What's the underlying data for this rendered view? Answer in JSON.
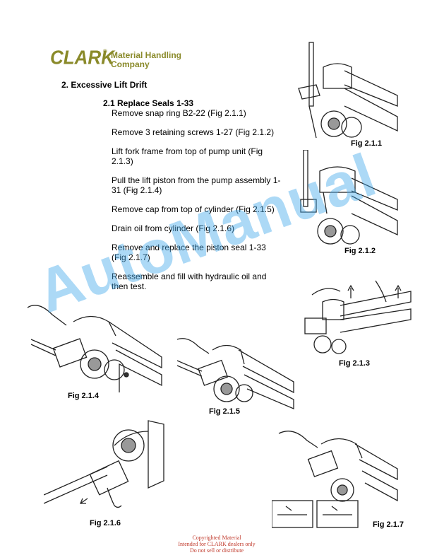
{
  "logo": {
    "brand": "CLARK",
    "registered": "®",
    "line1": "Material Handling",
    "line2": "Company",
    "color": "#8a8a2a"
  },
  "section_title": "2. Excessive Lift Drift",
  "subsection_title": "2.1  Replace Seals 1-33",
  "steps": [
    "Remove snap ring B2-22 (Fig 2.1.1)",
    "Remove 3 retaining screws 1-27 (Fig 2.1.2)",
    "Lift fork frame from top of pump unit (Fig 2.1.3)",
    "Pull the lift piston from the pump assembly 1-31 (Fig 2.1.4)",
    "Remove cap from top of cylinder (Fig 2.1.5)",
    "Drain oil from cylinder (Fig 2.1.6)",
    "Remove and replace the piston seal 1-33 (Fig 2.1.7)",
    "Reassemble and fill with hydraulic oil and then test."
  ],
  "figures": {
    "f211": "Fig 2.1.1",
    "f212": "Fig 2.1.2",
    "f213": "Fig 2.1.3",
    "f214": "Fig 2.1.4",
    "f215": "Fig 2.1.5",
    "f216": "Fig 2.1.6",
    "f217": "Fig 2.1.7"
  },
  "watermark": "AutoManual",
  "copyright": {
    "line1": "Copyrighted Material",
    "line2": "Intended for CLARK dealers only",
    "line3": "Do not sell or distribute"
  }
}
